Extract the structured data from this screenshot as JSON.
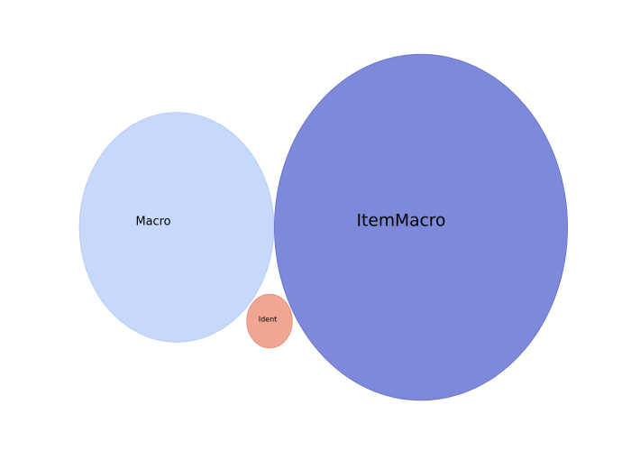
{
  "chart_data": {
    "type": "bubble",
    "title": "",
    "items": [
      {
        "label": "Macro",
        "value": 55,
        "color": "#c6d9fb",
        "stroke": "#b5cdf7"
      },
      {
        "label": "ItemMacro",
        "value": 125,
        "color": "#7d8ad9",
        "stroke": "#6a76cf"
      },
      {
        "label": "Ident",
        "value": 3,
        "color": "#f0a693",
        "stroke": "#e4907b"
      }
    ]
  }
}
